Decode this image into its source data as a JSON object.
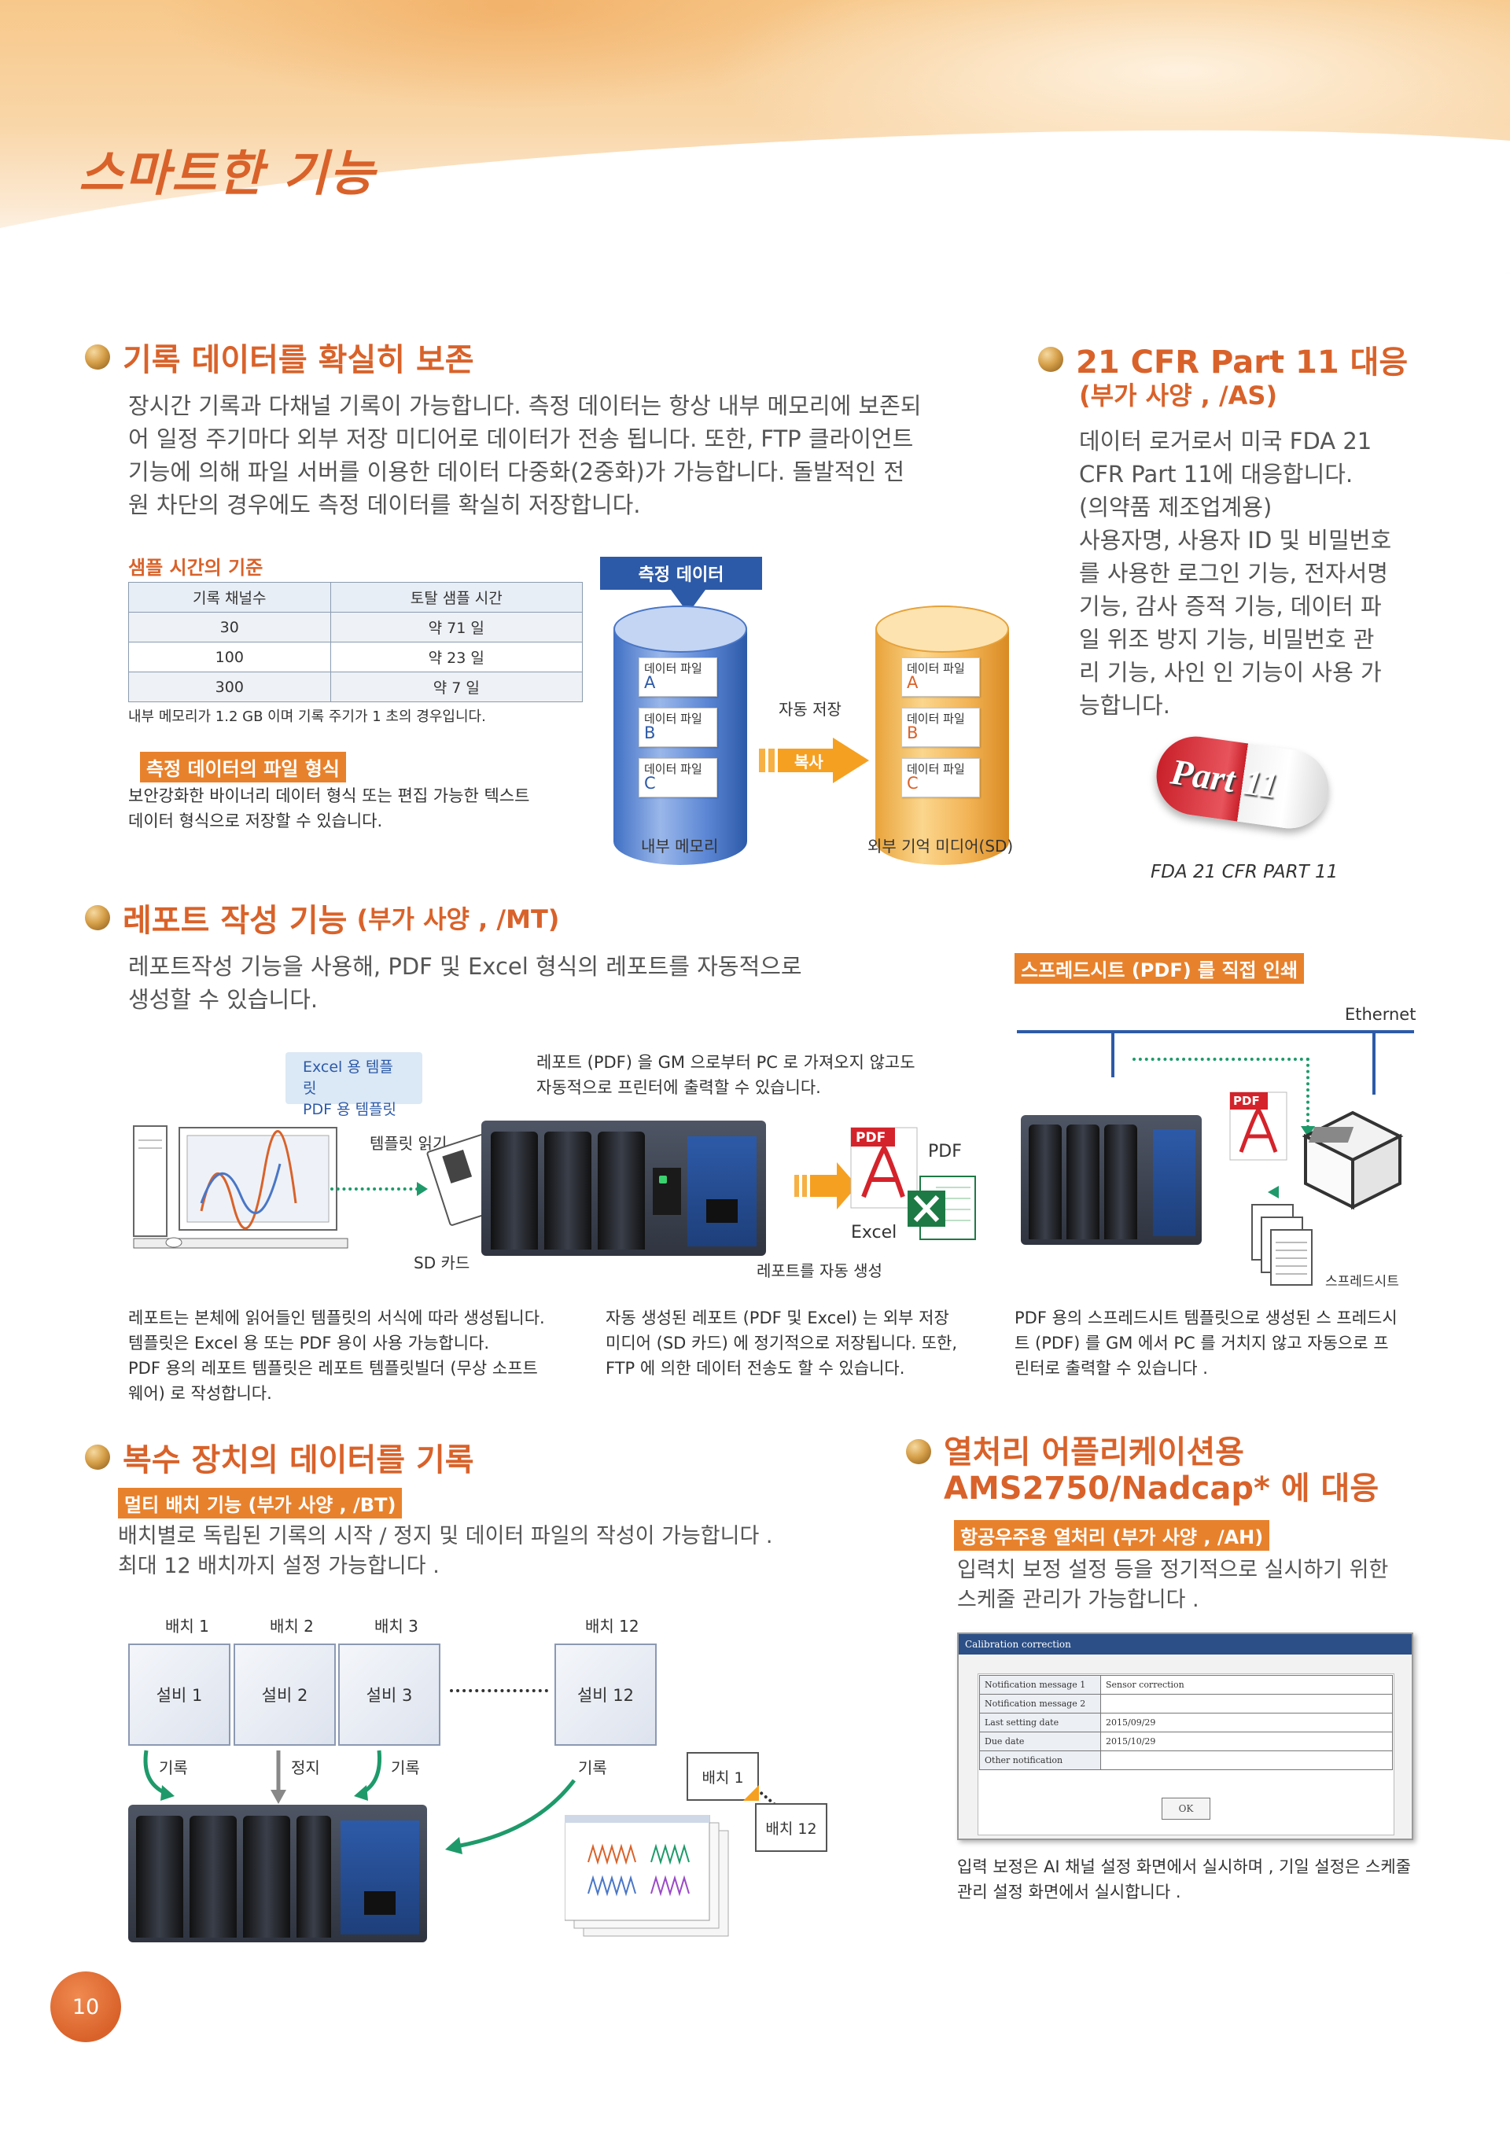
{
  "page": {
    "title": "스마트한 기능",
    "page_number": "10"
  },
  "section1": {
    "heading": "기록 데이터를 확실히 보존",
    "body": [
      "장시간 기록과 다채널 기록이 가능합니다. 측정 데이터는 항상 내부 메모리에 보존되",
      "어 일정 주기마다 외부 저장 미디어로 데이터가 전송 됩니다. 또한, FTP 클라이언트",
      "기능에 의해 파일 서버를 이용한 데이터 다중화(2중화)가 가능합니다. 돌발적인 전",
      "원 차단의 경우에도 측정 데이터를 확실히 저장합니다."
    ],
    "sample_label": "샘플 시간의 기준",
    "table": {
      "headers": [
        "기록 채널수",
        "토탈 샘플 시간"
      ],
      "rows": [
        [
          "30",
          "약 71 일"
        ],
        [
          "100",
          "약 23 일"
        ],
        [
          "300",
          "약 7 일"
        ]
      ]
    },
    "table_note": "내부 메모리가 1.2 GB 이며 기록 주기가 1 초의 경우입니다.",
    "format_tag": "측정 데이터의 파일 형식",
    "format_text": [
      "보안강화한 바이너리 데이터 형식 또는 편집 가능한 텍스트",
      "데이터 형식으로 저장할 수 있습니다."
    ],
    "diagram": {
      "measure_label": "측정 데이터",
      "internal_files": [
        {
          "name": "데이터 파일",
          "letter": "A"
        },
        {
          "name": "데이터 파일",
          "letter": "B"
        },
        {
          "name": "데이터 파일",
          "letter": "C"
        }
      ],
      "external_files": [
        {
          "name": "데이터 파일",
          "letter": "A"
        },
        {
          "name": "데이터 파일",
          "letter": "B"
        },
        {
          "name": "데이터 파일",
          "letter": "C"
        }
      ],
      "auto_save": "자동 저장",
      "copy": "복사",
      "internal_label": "내부 메모리",
      "external_label": "외부 기억 미디어(SD)"
    }
  },
  "section_cfr": {
    "heading": "21 CFR Part 11 대응",
    "subheading": "(부가 사양 , /AS)",
    "body": [
      "데이터 로거로서 미국 FDA 21",
      "CFR Part 11에 대응합니다.",
      "(의약품 제조업계용)",
      "사용자명, 사용자 ID 및 비밀번호",
      "를 사용한 로그인 기능, 전자서명",
      "기능, 감사 증적 기능, 데이터 파",
      "일 위조 방지 기능, 비밀번호 관",
      "리 기능, 사인 인 기능이 사용 가",
      "능합니다."
    ],
    "pill_text": "Part 11",
    "pill_caption": "FDA 21 CFR PART 11"
  },
  "section_report": {
    "heading": "레포트 작성 기능",
    "heading_suffix": "(부가 사양 , /MT)",
    "body": [
      "레포트작성 기능을 사용해, PDF 및 Excel 형식의 레포트를 자동적으로",
      "생성할 수 있습니다."
    ],
    "template_box": [
      "Excel 용 템플릿",
      "PDF 용 템플릿"
    ],
    "pc_note": [
      "레포트 (PDF) 을 GM 으로부터 PC 로 가져오지 않고도",
      "자동적으로 프린터에 출력할 수 있습니다."
    ],
    "template_read": "템플릿 읽기",
    "sd_card": "SD 카드",
    "pdf": "PDF",
    "excel": "Excel",
    "auto_generate": "레포트를 자동 생성",
    "note1": [
      "레포트는 본체에 읽어들인 템플릿의 서식에 따라 생성됩니다.",
      "템플릿은 Excel 용 또는 PDF 용이 사용 가능합니다.",
      "PDF 용의 레포트 템플릿은 레포트 템플릿빌더 (무상 소프트",
      "웨어) 로 작성합니다."
    ],
    "note2": [
      "자동 생성된 레포트 (PDF 및 Excel) 는 외부 저장",
      "미디어 (SD 카드) 에 정기적으로 저장됩니다. 또한,",
      "FTP 에 의한 데이터 전송도 할 수 있습니다."
    ]
  },
  "section_print": {
    "tag": "스프레드시트 (PDF) 를 직접 인쇄",
    "ethernet": "Ethernet",
    "spreadsheet": "스프레드시트",
    "note": [
      "PDF 용의 스프레드시트 템플릿으로 생성된 스 프레드시",
      "트 (PDF) 를 GM 에서 PC 를 거치지 않고 자동으로 프",
      "린터로 출력할 수 있습니다 ."
    ]
  },
  "section_multi": {
    "heading": "복수 장치의 데이터를 기록",
    "tag": "멀티 배치 기능 (부가 사양 , /BT)",
    "body": [
      "배치별로 독립된 기록의 시작 / 정지 및 데이터 파일의 작성이 가능합니다 .",
      "최대 12 배치까지 설정 가능합니다 ."
    ],
    "batches": [
      "배치 1",
      "배치 2",
      "배치 3",
      "배치 12"
    ],
    "equipment": [
      "설비 1",
      "설비 2",
      "설비 3",
      "설비 12"
    ],
    "actions": [
      "기록",
      "정지",
      "기록",
      "기록"
    ],
    "file_batch1": "배치 1",
    "file_batch12": "배치 12"
  },
  "section_ams": {
    "heading_line1": "열처리 어플리케이션용",
    "heading_line2": "AMS2750/Nadcap* 에 대응",
    "tag": "항공우주용 열처리 (부가 사양 , /AH)",
    "body": [
      "입력치 보정 설정 등을 정기적으로 실시하기 위한",
      "스케줄 관리가 가능합니다 ."
    ],
    "dialog": {
      "title": "Calibration correction",
      "rows": [
        {
          "label": "Notification message 1",
          "value": "Sensor correction"
        },
        {
          "label": "Notification message 2",
          "value": ""
        },
        {
          "label": "Last setting date",
          "value": "2015/09/29"
        },
        {
          "label": "Due date",
          "value": "2015/10/29"
        },
        {
          "label": "Other notification",
          "value": ""
        }
      ],
      "ok": "OK"
    },
    "note": [
      "입력 보정은 AI 채널 설정 화면에서 실시하며 , 기일 설정은 스케줄",
      "관리 설정 화면에서 실시합니다 ."
    ]
  },
  "colors": {
    "accent": "#d9622a",
    "tag_bg": "#e8812c",
    "blue": "#2d5aa8",
    "green": "#1e9a6a"
  }
}
